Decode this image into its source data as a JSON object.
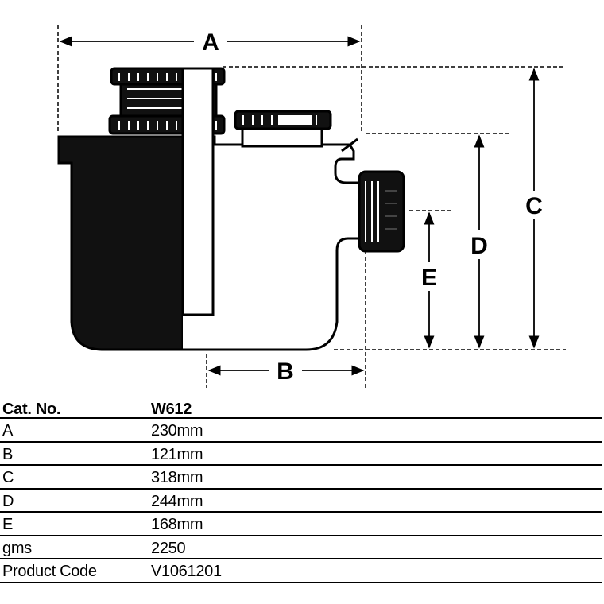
{
  "dimension_labels": {
    "a": "A",
    "b": "B",
    "c": "C",
    "d": "D",
    "e": "E"
  },
  "spec_table": {
    "header": {
      "label": "Cat. No.",
      "value": "W612"
    },
    "rows": [
      {
        "label": "A",
        "value": "230mm"
      },
      {
        "label": "B",
        "value": "121mm"
      },
      {
        "label": "C",
        "value": "318mm"
      },
      {
        "label": "D",
        "value": "244mm"
      },
      {
        "label": "E",
        "value": "168mm"
      },
      {
        "label": "gms",
        "value": "2250"
      },
      {
        "label": "Product Code",
        "value": "V1061201"
      }
    ]
  }
}
